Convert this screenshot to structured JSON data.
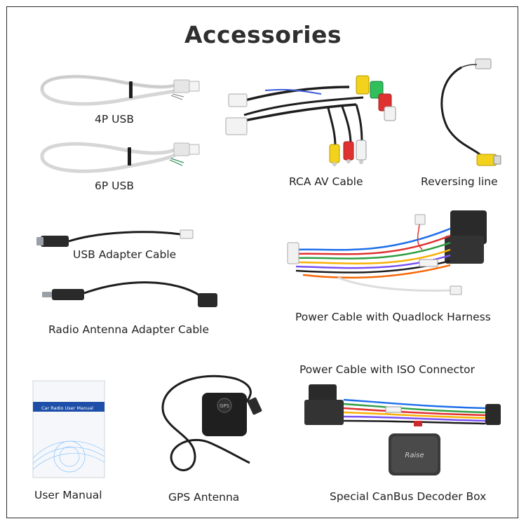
{
  "title": "Accessories",
  "items": {
    "usb4p": "4P USB",
    "usb6p": "6P USB",
    "rca": "RCA AV Cable",
    "reversing": "Reversing line",
    "usb_adapter": "USB Adapter Cable",
    "antenna_adapter": "Radio Antenna Adapter Cable",
    "quadlock": "Power Cable with Quadlock Harness",
    "iso": "Power Cable with ISO Connector",
    "manual": "User Manual",
    "gps": "GPS Antenna",
    "canbus": "Special CanBus Decoder Box"
  },
  "manual_cover_text": "Car Radio User Manual",
  "gps_badge": "GPS",
  "decoder_mark": "Raise"
}
